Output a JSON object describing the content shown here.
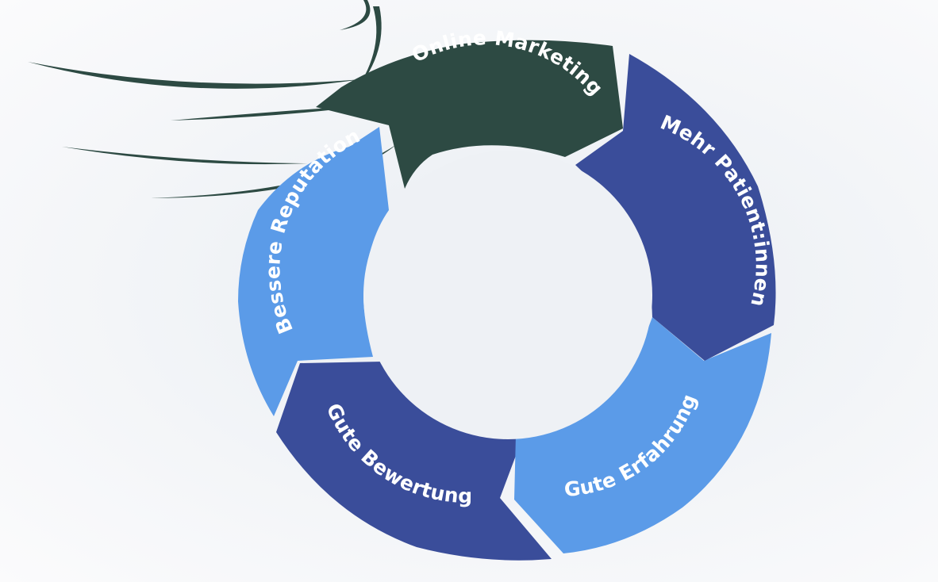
{
  "diagram": {
    "type": "cycle",
    "segments": [
      {
        "label": "Online Marketing",
        "color": "#2d4a43"
      },
      {
        "label": "Mehr Patient:innen",
        "color": "#3a4d9a"
      },
      {
        "label": "Gute Erfahrung",
        "color": "#5b9be8"
      },
      {
        "label": "Gute Bewertung",
        "color": "#3a4d9a"
      },
      {
        "label": "Bessere Reputation",
        "color": "#5b9be8"
      }
    ],
    "accent_color": "#2d4a43",
    "background_color": "#f3f5f8"
  }
}
